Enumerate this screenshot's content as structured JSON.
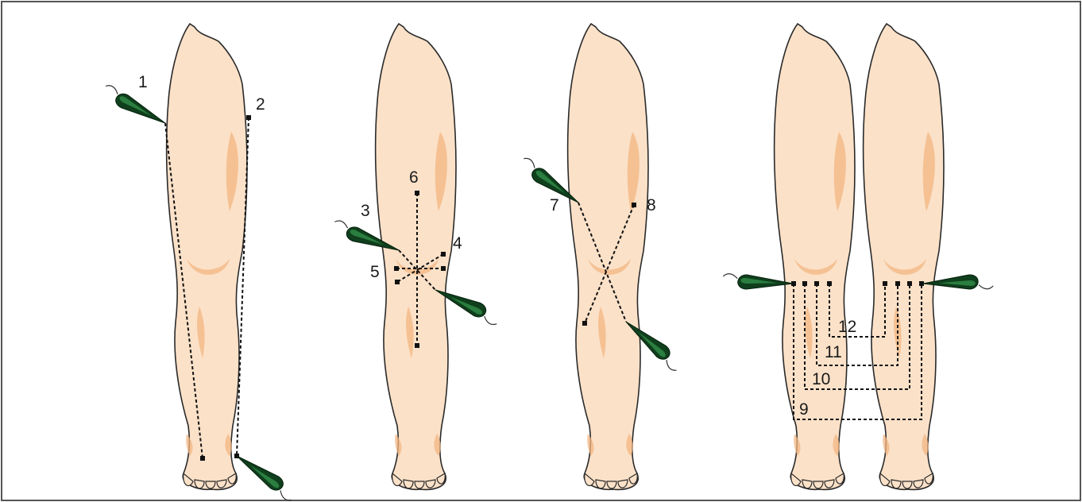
{
  "figure": {
    "panels": [
      {
        "id": "panel-1",
        "labels": [
          "1",
          "2"
        ]
      },
      {
        "id": "panel-2",
        "labels": [
          "3",
          "4",
          "5",
          "6"
        ]
      },
      {
        "id": "panel-3",
        "labels": [
          "7",
          "8"
        ]
      },
      {
        "id": "panel-4",
        "labels": [
          "9",
          "10",
          "11",
          "12"
        ]
      }
    ],
    "colors": {
      "skin": "#fbe1c8",
      "muscle_shading": "#f3b582",
      "electrode": "#0f3f1c",
      "guide_lines": "#111111",
      "frame": "#555555"
    }
  }
}
